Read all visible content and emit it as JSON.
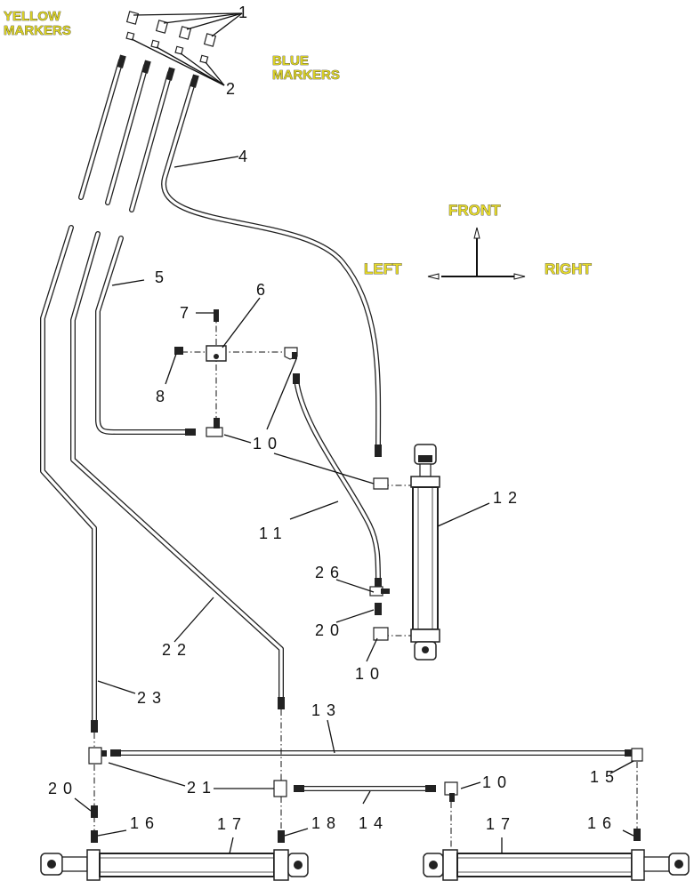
{
  "labels": {
    "yellow_markers_1": "YELLOW",
    "yellow_markers_2": "MARKERS",
    "blue_markers_1": "BLUE",
    "blue_markers_2": "MARKERS",
    "front": "FRONT",
    "left": "LEFT",
    "right": "RIGHT"
  },
  "callouts": {
    "c1": "1",
    "c2": "2",
    "c4": "4",
    "c5": "5",
    "c6": "6",
    "c7": "7",
    "c8": "8",
    "c10a": "10",
    "c10b": "10",
    "c10c": "10",
    "c11": "11",
    "c12": "12",
    "c13": "13",
    "c14": "14",
    "c15": "15",
    "c16a": "16",
    "c16b": "16",
    "c17a": "17",
    "c17b": "17",
    "c18": "18",
    "c20a": "20",
    "c20b": "20",
    "c21": "21",
    "c22": "22",
    "c23": "23",
    "c26": "26"
  }
}
